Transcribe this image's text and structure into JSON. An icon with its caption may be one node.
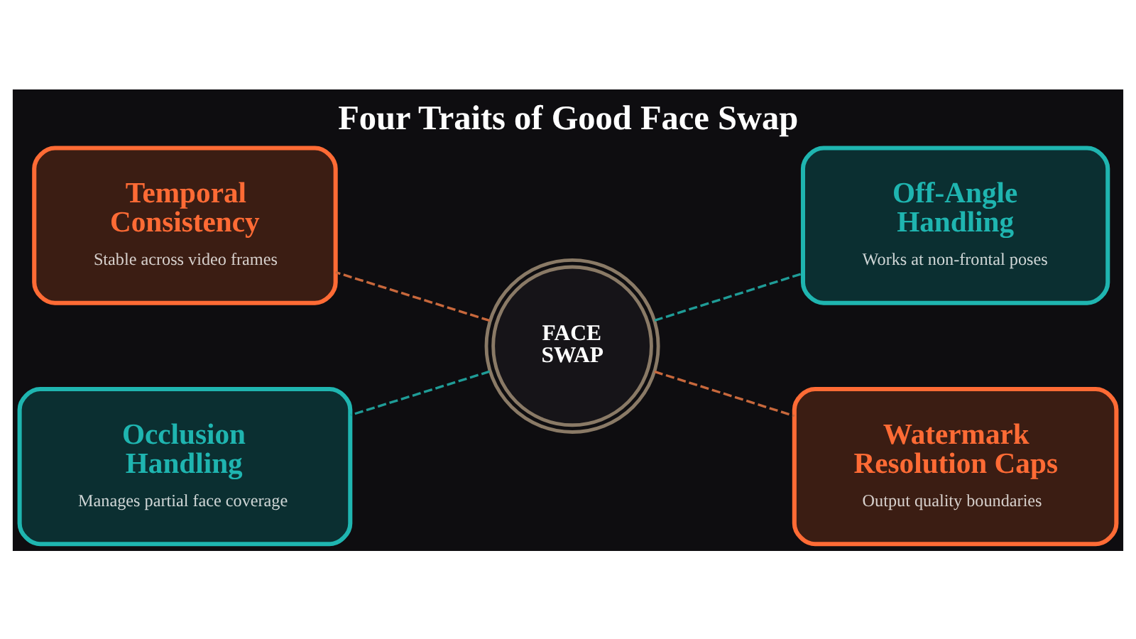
{
  "diagram": {
    "title": "Four Traits of Good Face Swap",
    "nodes": [
      {
        "text": [
          "FACE SWAP"
        ]
      },
      {
        "text": [
          "Temporal Consistency",
          "Stable across video frames"
        ]
      },
      {
        "text": [
          "Off-Angle Handling",
          "Works at non-frontal poses"
        ]
      },
      {
        "text": [
          "Occlusion Handling",
          "Manages partial face coverage"
        ]
      },
      {
        "text": [
          "Watermark Resolution Caps",
          "Output quality boundaries"
        ]
      }
    ],
    "edges": [
      {
        "from": 0,
        "to": 1,
        "arrow": "none",
        "style": "dashed",
        "color": "#c8683c"
      },
      {
        "from": 0,
        "to": 2,
        "arrow": "none",
        "style": "dashed",
        "color": "#1f9c97"
      },
      {
        "from": 0,
        "to": 3,
        "arrow": "none",
        "style": "dashed",
        "color": "#1f9c97"
      },
      {
        "from": 0,
        "to": 4,
        "arrow": "none",
        "style": "dashed",
        "color": "#c8683c"
      }
    ]
  }
}
